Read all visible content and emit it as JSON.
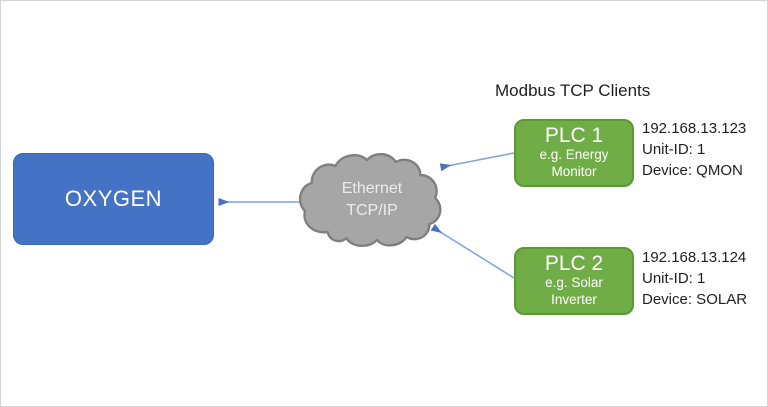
{
  "diagram": {
    "heading": "Modbus TCP Clients",
    "server": {
      "label": "OXYGEN"
    },
    "network": {
      "label": "Ethernet TCP/IP"
    },
    "clients": [
      {
        "name": "PLC 1",
        "subtitle": "e.g. Energy Monitor",
        "ip": "192.168.13.123",
        "unit": "Unit-ID: 1",
        "device": "Device: QMON"
      },
      {
        "name": "PLC 2",
        "subtitle": "e.g. Solar Inverter",
        "ip": "192.168.13.124",
        "unit": "Unit-ID: 1",
        "device": "Device: SOLAR"
      }
    ],
    "colors": {
      "server_fill": "#4472C4",
      "server_border": "#3B66B0",
      "client_fill": "#70AD47",
      "client_border": "#5C9934",
      "cloud_fill": "#A6A6A6",
      "cloud_border": "#7F7F7F",
      "arrow_line": "#7CA1DC",
      "arrow_head": "#4472C4",
      "node_text": "#FFFFFF",
      "cloud_text": "#EBEBEB",
      "label_text": "#1F1F1F"
    }
  }
}
